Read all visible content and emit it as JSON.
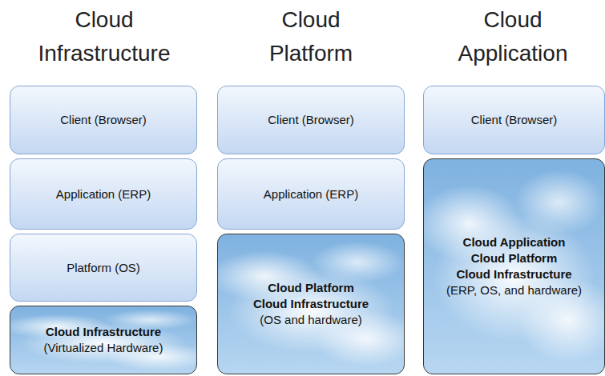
{
  "diagram": {
    "nodes": [
      {
        "text": [
          "Client (Browser)"
        ]
      },
      {
        "text": [
          "Application (ERP)"
        ]
      },
      {
        "text": [
          "Platform (OS)"
        ]
      },
      {
        "text": [
          "Cloud Infrastructure",
          "(Virtualized Hardware)"
        ]
      },
      {
        "text": [
          "Client (Browser)"
        ]
      },
      {
        "text": [
          "Application (ERP)"
        ]
      },
      {
        "text": [
          "Cloud Platform",
          "Cloud Infrastructure",
          "(OS and hardware)"
        ]
      },
      {
        "text": [
          "Client (Browser)"
        ]
      },
      {
        "text": [
          "Cloud Application",
          "Cloud Platform",
          "Cloud Infrastructure",
          "(ERP, OS, and hardware)"
        ]
      }
    ],
    "labels": [
      "Cloud Infrastructure",
      "Cloud Platform",
      "Cloud Application"
    ]
  }
}
